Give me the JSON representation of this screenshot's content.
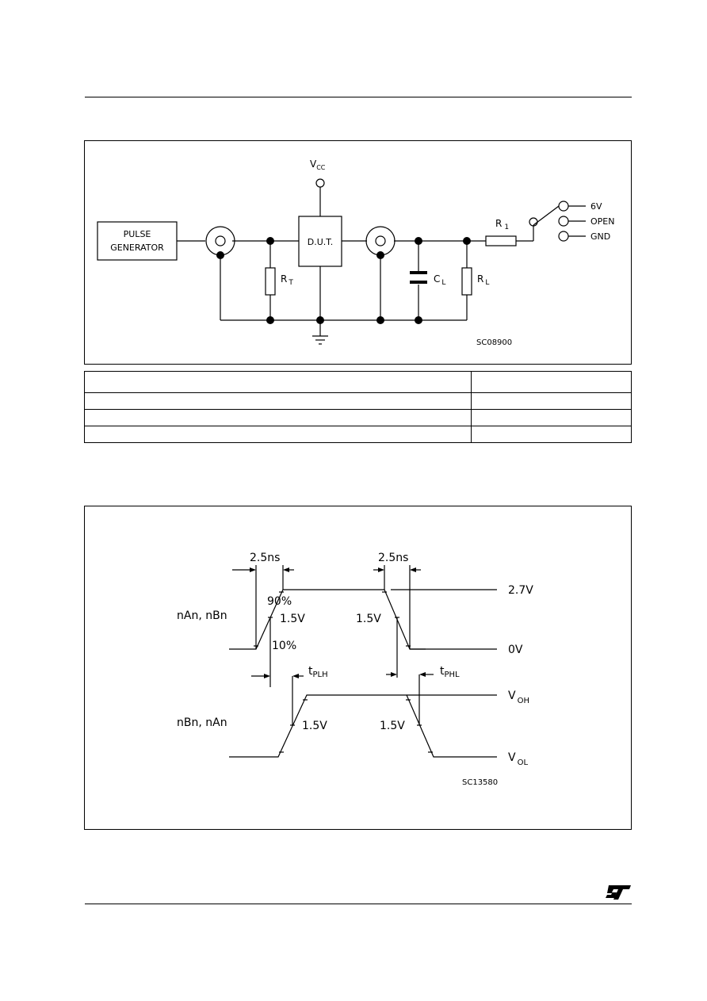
{
  "circuit": {
    "vcc_label": "V",
    "vcc_sub": "CC",
    "pulse_generator_line1": "PULSE",
    "pulse_generator_line2": "GENERATOR",
    "dut_label": "D.U.T.",
    "rt_label": "R",
    "rt_sub": "T",
    "cl_label": "C",
    "cl_sub": "L",
    "rl_label": "R",
    "rl_sub": "L",
    "r1_label": "R",
    "r1_sub": "1",
    "switch_options": [
      "6V",
      "OPEN",
      "GND"
    ],
    "code": "SC08900"
  },
  "load_table": {
    "rows": [
      [
        "",
        ""
      ],
      [
        "",
        ""
      ],
      [
        "",
        ""
      ],
      [
        "",
        ""
      ]
    ]
  },
  "waveform": {
    "top_rise_time": "2.5ns",
    "top_fall_time": "2.5ns",
    "pct_90": "90%",
    "pct_10": "10%",
    "input_signal": "nAn,  nBn",
    "output_signal": "nBn,  nAn",
    "level_high_in": "2.7V",
    "level_low_in": "0V",
    "threshold": "1.5V",
    "tplh": "t",
    "tplh_sub": "PLH",
    "tphl": "t",
    "tphl_sub": "PHL",
    "voh": "V",
    "voh_sub": "OH",
    "vol": "V",
    "vol_sub": "OL",
    "code": "SC13580"
  },
  "colors": {
    "ink": "#000000",
    "paper": "#ffffff"
  },
  "footer": {
    "logo_icon": "st-logo-icon"
  }
}
